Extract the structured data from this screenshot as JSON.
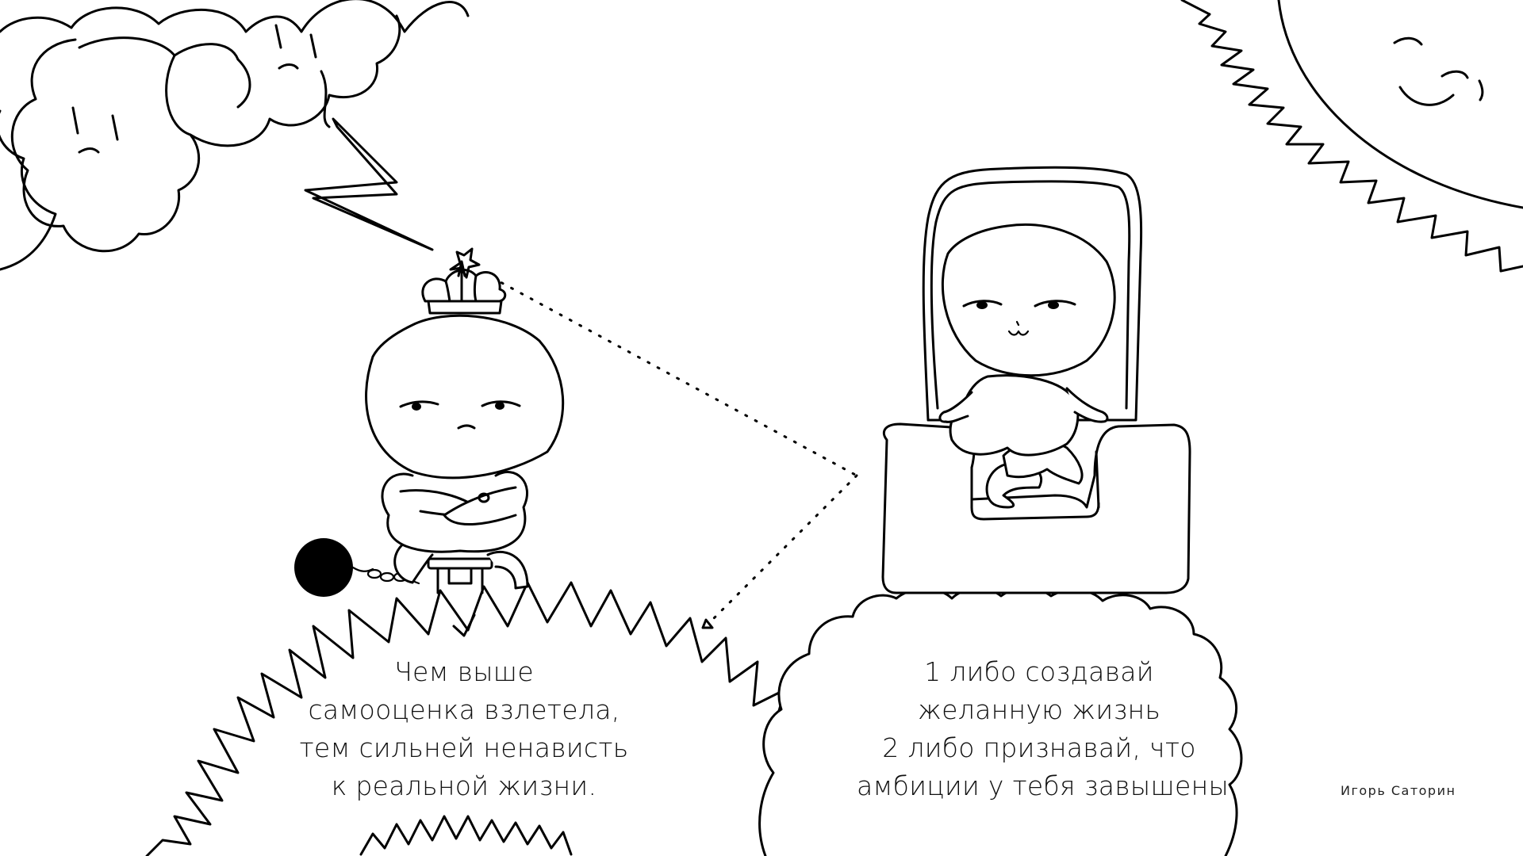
{
  "left_caption": {
    "line1": "Чем выше",
    "line2": "самооценка взлетела,",
    "line3": "тем сильней ненависть",
    "line4": "к реальной жизни."
  },
  "right_caption": {
    "line1": "1 либо создавай",
    "line2": "желанную жизнь",
    "line3": "2 либо признавай, что",
    "line4": "амбиции у тебя завышены"
  },
  "signature": "Игорь Саторин",
  "colors": {
    "ink": "#000000",
    "background": "#ffffff"
  },
  "illustration": {
    "elements": [
      "cloud-with-face",
      "lightning-bolt",
      "sun-with-face",
      "crowned-character-on-stool",
      "ball-and-chain",
      "spiky-ground",
      "throne",
      "character-on-throne",
      "puffy-cloud-pedestal",
      "dotted-sightline"
    ]
  }
}
